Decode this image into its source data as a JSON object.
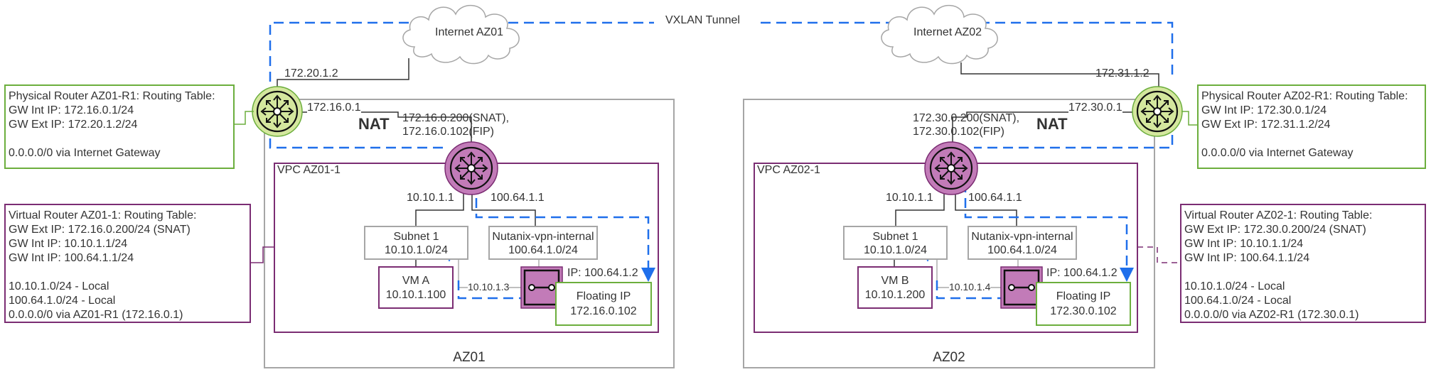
{
  "tunnel_label": "VXLAN Tunnel",
  "clouds": [
    {
      "id": "az01",
      "label": "Internet AZ01"
    },
    {
      "id": "az02",
      "label": "Internet AZ02"
    }
  ],
  "zones": [
    {
      "id": "az01",
      "label": "AZ01"
    },
    {
      "id": "az02",
      "label": "AZ02"
    }
  ],
  "nat_label": "NAT",
  "az01": {
    "physical_uplink_ip": "172.20.1.2",
    "physical_int_ip": "172.16.0.1",
    "virtual_ext_ips": "172.16.0.200(SNAT),\n172.16.0.102(FIP)",
    "vpc_label": "VPC AZ01-1",
    "subnet_gw_ip": "10.10.1.1",
    "vpn_gw_ip": "100.64.1.1",
    "subnet": {
      "name": "Subnet 1",
      "cidr": "10.10.1.0/24"
    },
    "vpn_subnet": {
      "name": "Nutanix-vpn-internal",
      "cidr": "100.64.1.0/24"
    },
    "vm": {
      "name": "VM A",
      "ip": "10.10.1.100"
    },
    "vpn_vm_ip": "10.10.1.3",
    "vpn_ip": "IP: 100.64.1.2",
    "floating": {
      "name": "Floating IP",
      "ip": "172.16.0.102"
    },
    "physical_table": "Physical Router AZ01-R1: Routing Table:\nGW Int IP: 172.16.0.1/24\nGW Ext IP: 172.20.1.2/24\n\n0.0.0.0/0 via Internet Gateway",
    "virtual_table": "Virtual Router AZ01-1: Routing Table:\nGW Ext IP: 172.16.0.200/24 (SNAT)\nGW Int IP: 10.10.1.1/24\nGW Int IP: 100.64.1.1/24\n\n10.10.1.0/24 - Local\n100.64.1.0/24 - Local\n0.0.0.0/0 via AZ01-R1 (172.16.0.1)"
  },
  "az02": {
    "physical_uplink_ip": "172.31.1.2",
    "physical_int_ip": "172.30.0.1",
    "virtual_ext_ips": "172.30.0.200(SNAT),\n172.30.0.102(FIP)",
    "vpc_label": "VPC AZ02-1",
    "subnet_gw_ip": "10.10.1.1",
    "vpn_gw_ip": "100.64.1.1",
    "subnet": {
      "name": "Subnet 1",
      "cidr": "10.10.1.0/24"
    },
    "vpn_subnet": {
      "name": "Nutanix-vpn-internal",
      "cidr": "100.64.1.0/24"
    },
    "vm": {
      "name": "VM B",
      "ip": "10.10.1.200"
    },
    "vpn_vm_ip": "10.10.1.4",
    "vpn_ip": "IP: 100.64.1.2",
    "floating": {
      "name": "Floating IP",
      "ip": "172.30.0.102"
    },
    "physical_table": "Physical Router AZ02-R1: Routing Table:\nGW Int IP: 172.30.0.1/24\nGW Ext IP: 172.31.1.2/24\n\n0.0.0.0/0 via Internet Gateway",
    "virtual_table": "Virtual Router AZ02-1: Routing Table:\nGW Ext IP: 172.30.0.200/24 (SNAT)\nGW Int IP: 10.10.1.1/24\nGW Int IP: 100.64.1.1/24\n\n10.10.1.0/24 - Local\n100.64.1.0/24 - Local\n0.0.0.0/0 via AZ02-R1 (172.30.0.1)"
  },
  "colors": {
    "tunnel": "#1f6feb",
    "physical_router": "#d4e79e",
    "physical_border": "#6cae3d",
    "virtual_router": "#c27bb8",
    "virtual_border": "#7b2d73",
    "vpc_border": "#7b2d73",
    "floating_border": "#6cae3d",
    "zone_border": "#a6a6a6"
  }
}
